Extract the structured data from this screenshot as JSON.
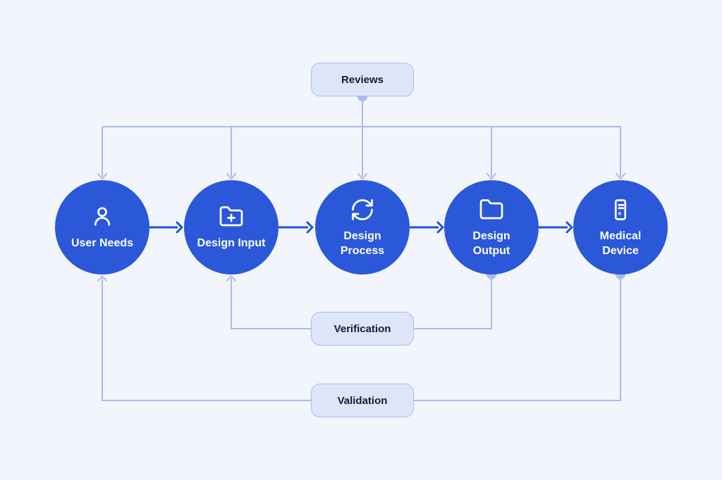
{
  "colors": {
    "background": "#f2f5fc",
    "node-fill": "#2a58d8",
    "node-text": "#ffffff",
    "flow-arrow": "#2154d6",
    "connector": "#a9bbea",
    "box-fill": "#dee5f8",
    "box-border": "#a9bdee",
    "box-text": "#101d3a"
  },
  "diagram": {
    "boxes": {
      "reviews": {
        "label": "Reviews"
      },
      "verification": {
        "label": "Verification"
      },
      "validation": {
        "label": "Validation"
      }
    },
    "nodes": [
      {
        "id": "user-needs",
        "label": "User Needs",
        "icon": "user-icon"
      },
      {
        "id": "design-input",
        "label": "Design Input",
        "icon": "folder-plus-icon"
      },
      {
        "id": "design-process",
        "label": "Design Process",
        "icon": "refresh-icon"
      },
      {
        "id": "design-output",
        "label": "Design Output",
        "icon": "folder-icon"
      },
      {
        "id": "medical-device",
        "label": "Medical Device",
        "icon": "device-icon"
      }
    ]
  }
}
